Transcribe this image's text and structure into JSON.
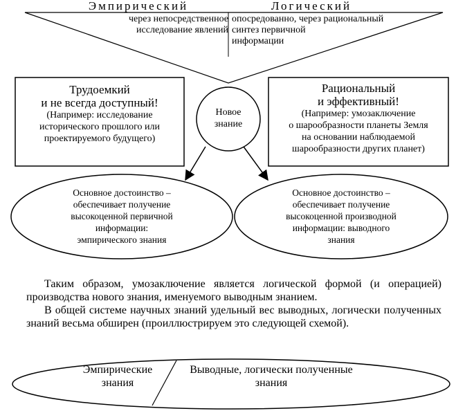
{
  "top": {
    "empirical_heading": "Эмпирический",
    "logical_heading": "Логический",
    "empirical_desc": [
      "через непосредственное",
      "исследование явлений"
    ],
    "logical_desc": [
      "опосредованно, через рациональный",
      "синтез первичной",
      "информации"
    ]
  },
  "left_box": {
    "title": [
      "Трудоемкий",
      "и не всегда доступный!"
    ],
    "example": [
      "(Например: исследование",
      "исторического прошлого или",
      "проектируемого будущего)"
    ]
  },
  "right_box": {
    "title": [
      "Рациональный",
      "и эффективный!"
    ],
    "example": [
      "(Например: умозаключение",
      "о шарообразности планеты Земля",
      "на основании наблюдаемой",
      "шарообразности других планет)"
    ]
  },
  "center_circle": [
    "Новое",
    "знание"
  ],
  "left_ellipse": [
    "Основное достоинство –",
    "обеспечивает получение",
    "высокоценной первичной",
    "информации:",
    "эмпирического знания"
  ],
  "right_ellipse": [
    "Основное достоинство –",
    "обеспечивает получение",
    "высокоценной производной",
    "информации: выводного",
    "знания"
  ],
  "text": {
    "para1": "Таким образом, умозаключение является логической формой (и операцией) производства нового знания, именуемого выводным знанием.",
    "para2": "В общей системе научных знаний удельный вес выводных, логически полученных знаний весьма обширен (проиллюстрируем это следующей схемой)."
  },
  "bottom": {
    "left": [
      "Эмпирические",
      "знания"
    ],
    "right": [
      "Выводные, логически полученные",
      "знания"
    ]
  }
}
